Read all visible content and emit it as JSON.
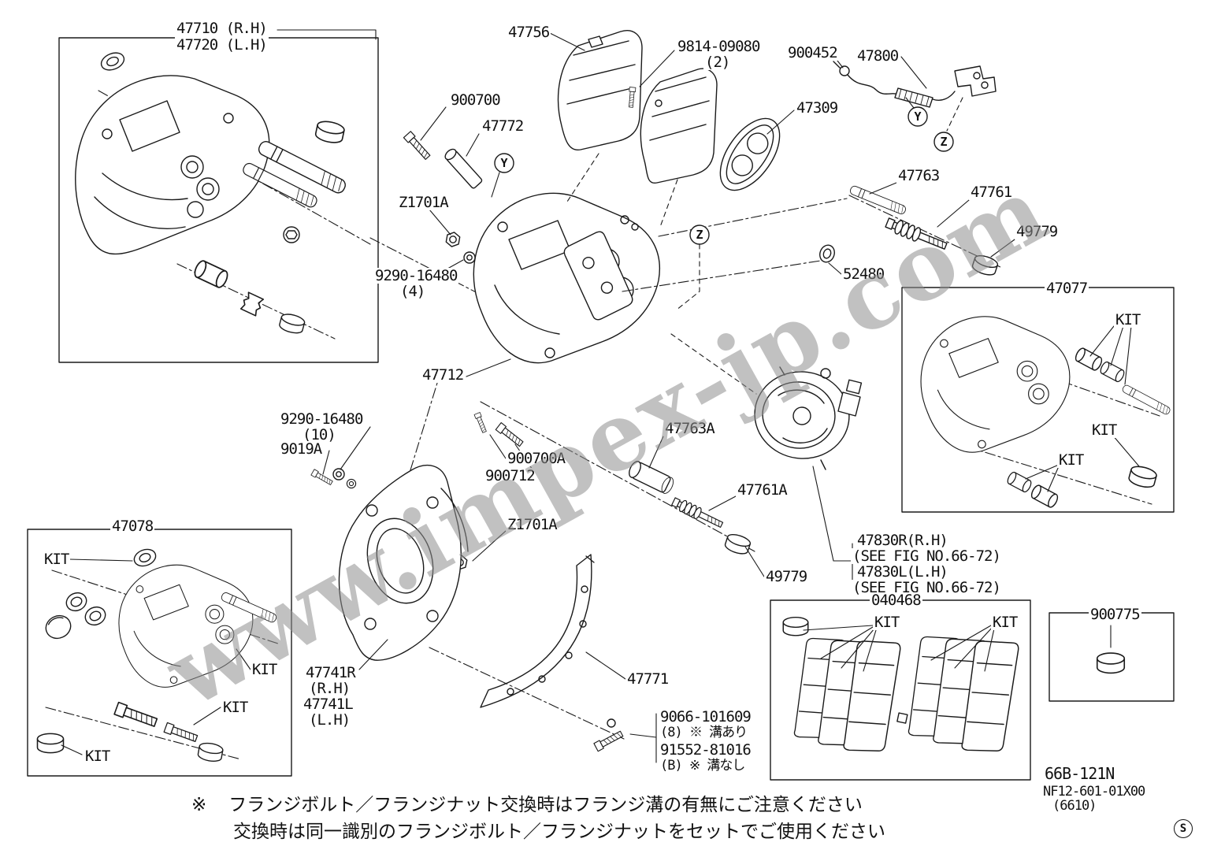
{
  "watermark": "www.impex-jp.com",
  "labels": {
    "kit": "KIT"
  },
  "callouts": {
    "y": "Y",
    "z": "Z",
    "s": "S"
  },
  "parts": {
    "p47710": "47710 (R.H)",
    "p47720": "47720 (L.H)",
    "p47756": "47756",
    "p9814": "9814-09080",
    "p9814_qty": "(2)",
    "p900452": "900452",
    "p47800": "47800",
    "p47309": "47309",
    "p900700": "900700",
    "p47772": "47772",
    "pZ1701A": "Z1701A",
    "p9290_4": "9290-16480",
    "p9290_4_qty": "(4)",
    "p47763": "47763",
    "p47761": "47761",
    "p49779": "49779",
    "p52480": "52480",
    "p47077": "47077",
    "p47712": "47712",
    "p9290_10": "9290-16480",
    "p9290_10_qty": "(10)",
    "p9019A": "9019A",
    "p900700A": "900700A",
    "p900712": "900712",
    "p47763A": "47763A",
    "p47761A": "47761A",
    "p49779_2": "49779",
    "p47830r": "47830R(R.H)",
    "p47830r_see": "(SEE FIG NO.66-72)",
    "p47830l": "47830L(L.H)",
    "p47830l_see": "(SEE FIG NO.66-72)",
    "p040468": "040468",
    "p900775": "900775",
    "p47078": "47078",
    "p47741r": "47741R",
    "p47741r_side": "(R.H)",
    "p47741l": "47741L",
    "p47741l_side": "(L.H)",
    "p47771": "47771",
    "p9066": "9066-101609",
    "p9066_note": "(8) ※ 溝あり",
    "p91552": "91552-81016",
    "p91552_note": "(B) ※ 溝なし"
  },
  "footer": {
    "doc1": "66B-121N",
    "doc2": "NF12-601-01X00",
    "doc3": "(6610)"
  },
  "notes": {
    "mark": "※",
    "line1": "フランジボルト／フランジナット交換時はフランジ溝の有無にご注意ください",
    "line2": "交換時は同一識別のフランジボルト／フランジナットをセットでご使用ください"
  }
}
